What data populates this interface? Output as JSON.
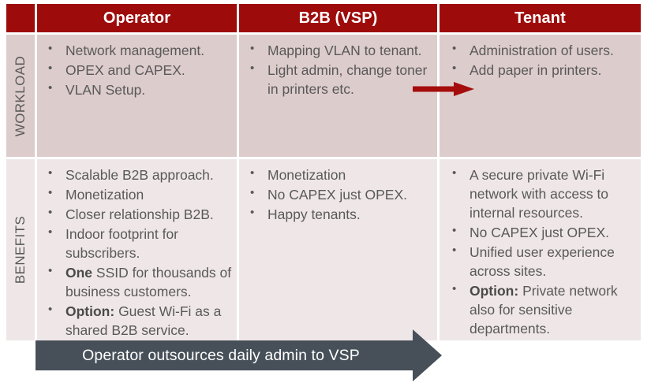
{
  "colors": {
    "header_red": "#9E0B0B",
    "arrow_red": "#A50C0C",
    "workload_bg": "#DDCCCC",
    "benefits_bg": "#EFE7E7",
    "banner_gray": "#475059",
    "text_gray": "#595959"
  },
  "header": {
    "corner": "",
    "columns": [
      {
        "label": "Operator"
      },
      {
        "label": "B2B (VSP)"
      },
      {
        "label": "Tenant"
      }
    ]
  },
  "rows": [
    {
      "label": "WORKLOAD",
      "cells": {
        "operator": [
          {
            "text": "Network management."
          },
          {
            "text": "OPEX and CAPEX."
          },
          {
            "text": "VLAN Setup."
          }
        ],
        "b2b": [
          {
            "text": "Mapping VLAN to tenant."
          },
          {
            "text": "Light admin, change toner in printers etc."
          }
        ],
        "tenant": [
          {
            "text": "Administration of users."
          },
          {
            "text": "Add paper in printers."
          }
        ]
      }
    },
    {
      "label": "BENEFITS",
      "cells": {
        "operator": [
          {
            "text": "Scalable B2B approach."
          },
          {
            "text": "Monetization"
          },
          {
            "text": "Closer relationship B2B."
          },
          {
            "text": "Indoor footprint for subscribers."
          },
          {
            "bold": "One",
            "text": " SSID for thousands of business customers."
          },
          {
            "bold": "Option:",
            "text": " Guest Wi-Fi as a shared B2B service."
          }
        ],
        "b2b": [
          {
            "text": "Monetization"
          },
          {
            "text": "No CAPEX just OPEX."
          },
          {
            "text": "Happy tenants."
          }
        ],
        "tenant": [
          {
            "text": "A secure private Wi-Fi network with access to internal resources."
          },
          {
            "text": "No CAPEX just OPEX."
          },
          {
            "text": "Unified user experience across sites."
          },
          {
            "bold": "Option:",
            "text": " Private network also for sensitive departments."
          }
        ]
      }
    }
  ],
  "red_arrow": {
    "name": "delegation-arrow",
    "direction": "right"
  },
  "banner": {
    "label": "Operator outsources daily admin to VSP",
    "direction": "right"
  }
}
